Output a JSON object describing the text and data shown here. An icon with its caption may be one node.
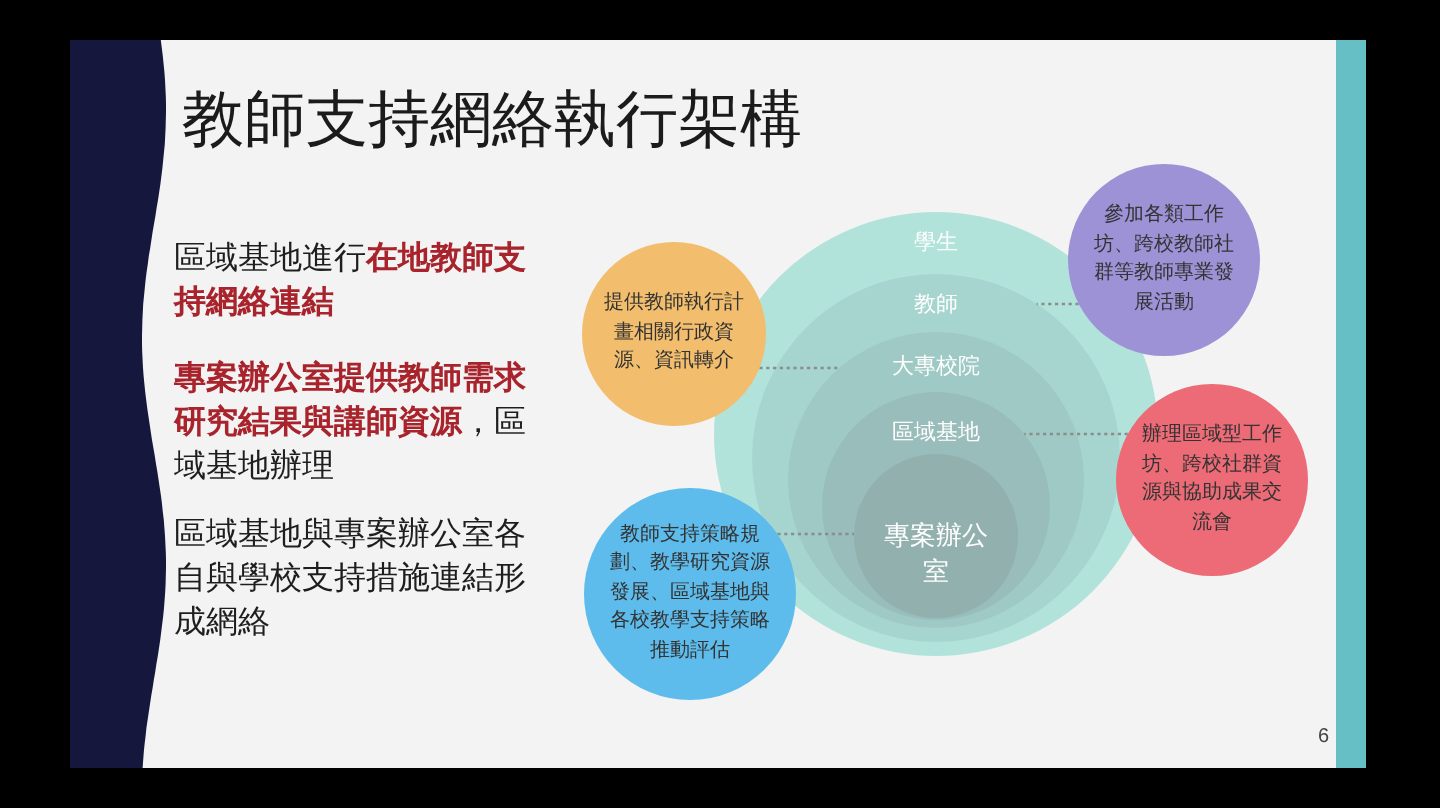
{
  "diagram": {
    "title": "教師支持網絡執行架構",
    "nodes": [
      {
        "text": [
          "學生"
        ]
      },
      {
        "text": [
          "教師"
        ],
        "in": 0
      },
      {
        "text": [
          "大專校院"
        ],
        "in": 1
      },
      {
        "text": [
          "區域基地"
        ],
        "in": 2
      },
      {
        "text": [
          "專案辦公室"
        ],
        "in": 3
      },
      {
        "text": [
          "參加各類工作坊、跨校教師社群等教師專業發展活動"
        ]
      },
      {
        "text": [
          "提供教師執行計畫相關行政資源、資訊轉介"
        ]
      },
      {
        "text": [
          "辦理區域型工作坊、跨校社群資源與協助成果交流會"
        ]
      },
      {
        "text": [
          "教師支持策略規劃、教學研究資源發展、區域基地與各校教學支持策略推動評估"
        ]
      }
    ],
    "edges": [
      {
        "from": 5,
        "to": 1,
        "arrow": "none",
        "style": "dashed"
      },
      {
        "from": 6,
        "to": 2,
        "arrow": "none",
        "style": "dashed"
      },
      {
        "from": 7,
        "to": 3,
        "arrow": "none",
        "style": "dashed"
      },
      {
        "from": 8,
        "to": 4,
        "arrow": "none",
        "style": "dashed"
      }
    ],
    "labels": [
      "區域基地進行**在地教師支持網絡連結**",
      "**專案辦公室提供教師需求研究結果與講師資源**，區域基地辦理",
      "區域基地與專案辦公室各自與學校支持措施連結形成網絡",
      "6"
    ]
  }
}
